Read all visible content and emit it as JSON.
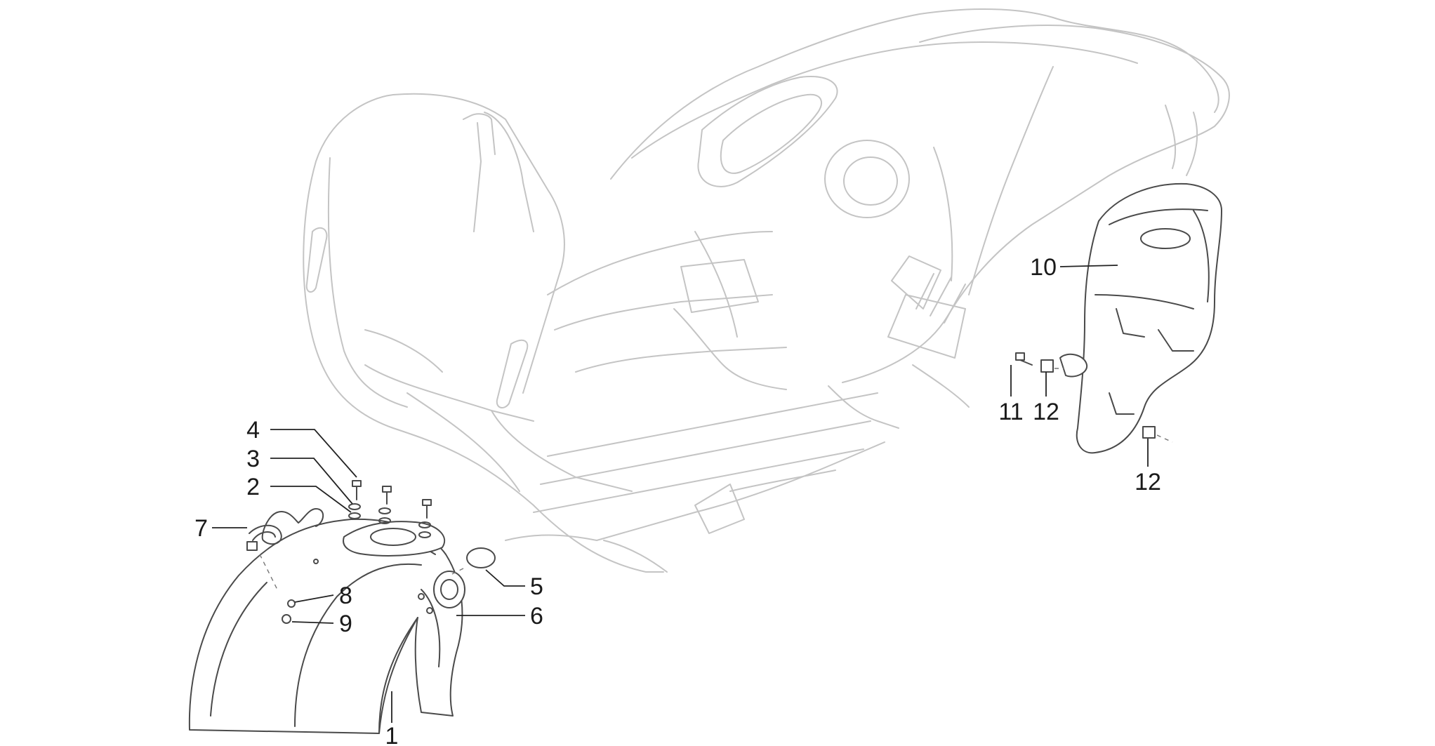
{
  "diagram": {
    "colors": {
      "background": "#ffffff",
      "body_outline": "#c4c4c4",
      "part_outline": "#4a4a4a",
      "label_text": "#1a1a1a"
    },
    "callouts": [
      {
        "id": "1",
        "label": "1",
        "part": "front-mudguard"
      },
      {
        "id": "2",
        "label": "2",
        "part": "washer"
      },
      {
        "id": "3",
        "label": "3",
        "part": "washer"
      },
      {
        "id": "4",
        "label": "4",
        "part": "screw"
      },
      {
        "id": "5",
        "label": "5",
        "part": "cover-plug"
      },
      {
        "id": "6",
        "label": "6",
        "part": "emblem"
      },
      {
        "id": "7",
        "label": "7",
        "part": "cable-clip"
      },
      {
        "id": "8",
        "label": "8",
        "part": "grommet"
      },
      {
        "id": "9",
        "label": "9",
        "part": "nut"
      },
      {
        "id": "10",
        "label": "10",
        "part": "rear-mudguard"
      },
      {
        "id": "11",
        "label": "11",
        "part": "screw"
      },
      {
        "id": "12a",
        "label": "12",
        "part": "clip-nut"
      },
      {
        "id": "12b",
        "label": "12",
        "part": "clip-nut"
      }
    ]
  }
}
